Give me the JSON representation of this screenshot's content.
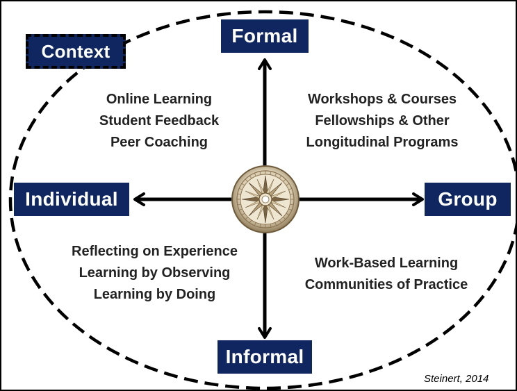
{
  "diagram": {
    "context_label": "Context",
    "axis_labels": {
      "top": "Formal",
      "bottom": "Informal",
      "left": "Individual",
      "right": "Group"
    },
    "quadrants": {
      "top_left": [
        "Online Learning",
        "Student Feedback",
        "Peer Coaching"
      ],
      "top_right": [
        "Workshops & Courses",
        "Fellowships & Other",
        "Longitudinal Programs"
      ],
      "bottom_left": [
        "Reflecting on Experience",
        "Learning by Observing",
        "Learning by Doing"
      ],
      "bottom_right": [
        "Work-Based Learning",
        "Communities of Practice"
      ]
    },
    "center_icon": "compass-rose-icon",
    "citation": "Steinert, 2014"
  },
  "colors": {
    "label_bg": "#0f2660",
    "label_text": "#ffffff",
    "arrow": "#000000",
    "body_text": "#222222",
    "compass_bronze": "#8a7350",
    "compass_light": "#e8dcc4"
  }
}
